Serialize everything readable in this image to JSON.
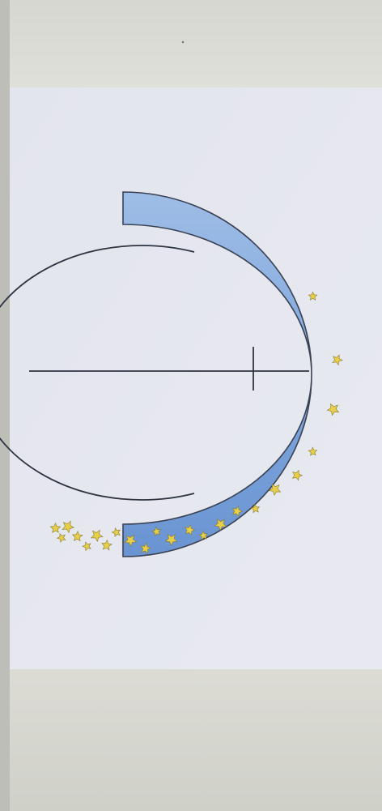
{
  "photo": {
    "subject": "hand-drawn-circle-with-star-filled-arc",
    "colors": {
      "background_top": "#d9dad3",
      "background_bottom": "#d4d5cd",
      "paper": "#e6e8f0",
      "arc_fill_light": "#9fbde6",
      "arc_fill_dark": "#6f98d6",
      "ink": "#2e3440",
      "star": "#e7cf4a",
      "frame_left": "#b9bab4"
    },
    "stars": [
      {
        "angle": -28,
        "r": 0.5
      },
      {
        "angle": -5,
        "r": 0.5
      },
      {
        "angle": 12,
        "r": 0.6
      },
      {
        "angle": 28,
        "r": 0.45
      },
      {
        "angle": 36,
        "r": 0.75
      },
      {
        "angle": 45,
        "r": 0.35
      },
      {
        "angle": 52,
        "r": 0.7
      },
      {
        "angle": 58,
        "r": 0.3
      },
      {
        "angle": 63,
        "r": 0.6
      },
      {
        "angle": 68,
        "r": 0.85
      },
      {
        "angle": 72,
        "r": 0.4
      },
      {
        "angle": 77,
        "r": 0.65
      },
      {
        "angle": 81,
        "r": 0.2
      },
      {
        "angle": 84,
        "r": 0.9
      },
      {
        "angle": 88,
        "r": 0.5
      },
      {
        "angle": 92,
        "r": 0.15
      },
      {
        "angle": 95,
        "r": 0.75
      },
      {
        "angle": 98,
        "r": 0.35
      },
      {
        "angle": 101,
        "r": 0.9
      },
      {
        "angle": 104,
        "r": 0.55
      },
      {
        "angle": 107,
        "r": 0.2
      },
      {
        "angle": 109,
        "r": 0.8
      },
      {
        "angle": 111,
        "r": 0.45
      }
    ]
  }
}
